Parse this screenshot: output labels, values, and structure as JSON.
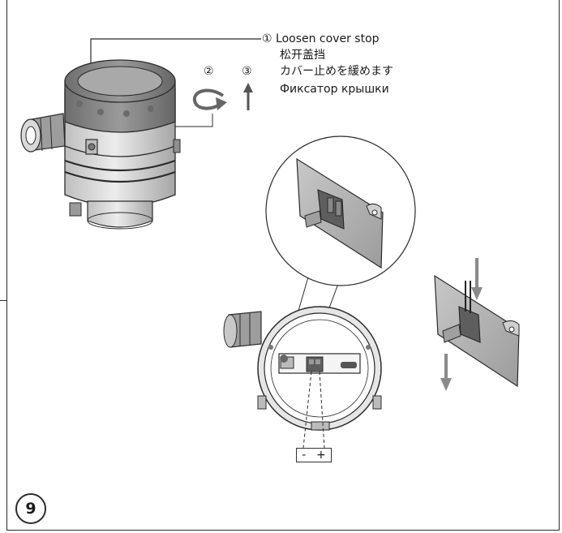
{
  "callouts": {
    "step1_marker": "①",
    "step1_label": "Loosen cover stop",
    "step1_zh": "松开盖挡",
    "step1_ja": "カバー止めを緩めます",
    "step1_ru": "Фиксатор крышки",
    "step2_marker": "②",
    "step3_marker": "③"
  },
  "terminals": {
    "minus": "-",
    "plus": "+"
  },
  "step_number": "9",
  "colors": {
    "arrow_gray": "#8a8a8a",
    "housing_dark": "#7d7d7d",
    "housing_light": "#d6d6d6",
    "outline": "#2b2b2b"
  },
  "icons": {
    "rotate": "rotate-arrow-icon",
    "up": "up-arrow-icon",
    "down": "down-arrow-icon"
  }
}
